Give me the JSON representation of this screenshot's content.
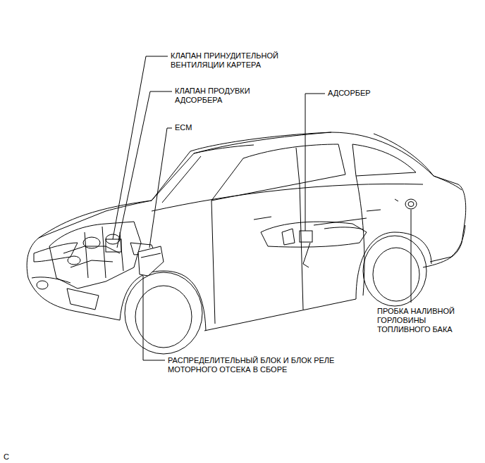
{
  "diagram": {
    "labels": [
      "КЛАПАН ПРИНУДИТЕЛЬНОЙ ВЕНТИЛЯЦИИ КАРТЕРА",
      "КЛАПАН ПРОДУВКИ АДСОРБЕРА",
      "ECM",
      "АДСОРБЕР",
      "ПРОБКА НАЛИВНОЙ ГОРЛОВИНЫ ТОПЛИВНОГО БАКА",
      "РАСПРЕДЕЛИТЕЛЬНЫЙ БЛОК И БЛОК РЕЛЕ МОТОРНОГО ОТСЕКА В СБОРЕ",
      "C"
    ]
  }
}
